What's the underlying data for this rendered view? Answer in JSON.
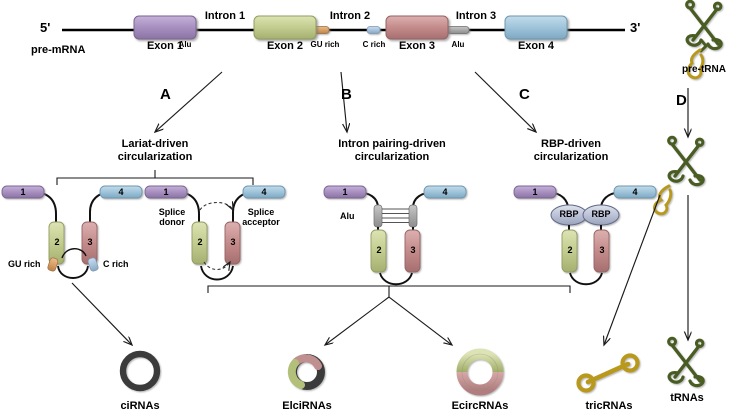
{
  "figure": {
    "premrna": {
      "five_prime": "5'",
      "three_prime": "3'",
      "name": "pre-mRNA",
      "exons": [
        {
          "label": "Exon 1",
          "color": "#a78fc0"
        },
        {
          "label": "Exon 2",
          "color": "#c2cc8e"
        },
        {
          "label": "Exon 3",
          "color": "#c48b8b"
        },
        {
          "label": "Exon 4",
          "color": "#9fc4da"
        }
      ],
      "introns": [
        {
          "label": "Intron 1"
        },
        {
          "label": "Intron 2"
        },
        {
          "label": "Intron 3"
        }
      ],
      "elements": [
        {
          "label": "Alu",
          "color": "#a9a9a9"
        },
        {
          "label": "GU rich",
          "color": "#d9a066"
        },
        {
          "label": "C rich",
          "color": "#a9c4dd"
        },
        {
          "label": "Alu",
          "color": "#a9a9a9"
        }
      ]
    },
    "pretrna": {
      "name": "pre-tRNA"
    },
    "pathways": [
      {
        "letter": "A",
        "title_line1": "Lariat-driven",
        "title_line2": "circularization"
      },
      {
        "letter": "B",
        "title_line1": "Intron pairing-driven",
        "title_line2": "circularization"
      },
      {
        "letter": "C",
        "title_line1": "RBP-driven",
        "title_line2": "circularization"
      },
      {
        "letter": "D",
        "title_line1": "",
        "title_line2": ""
      }
    ],
    "intermediates": {
      "lariat_left": {
        "exon_numbers": [
          "1",
          "2",
          "3",
          "4"
        ],
        "gu_rich": "GU rich",
        "c_rich": "C rich"
      },
      "lariat_right": {
        "exon_numbers": [
          "1",
          "2",
          "3",
          "4"
        ],
        "splice_donor": "Splice\ndonor",
        "splice_donor_l1": "Splice",
        "splice_donor_l2": "donor",
        "splice_acceptor_l1": "Splice",
        "splice_acceptor_l2": "acceptor"
      },
      "intron_pairing": {
        "exon_numbers": [
          "1",
          "2",
          "3",
          "4"
        ],
        "alu": "Alu"
      },
      "rbp": {
        "exon_numbers": [
          "1",
          "2",
          "3",
          "4"
        ],
        "rbp_left": "RBP",
        "rbp_right": "RBP"
      },
      "trna_intermediate": {}
    },
    "products": [
      {
        "name": "ciRNAs"
      },
      {
        "name": "ElciRNAs"
      },
      {
        "name": "EcircRNAs"
      },
      {
        "name": "tricRNAs"
      },
      {
        "name": "tRNAs"
      }
    ],
    "colors": {
      "exon1": "#a78fc0",
      "exon2": "#c2cc8e",
      "exon3": "#c48b8b",
      "exon4": "#9fc4da",
      "alu": "#a9a9a9",
      "gu_rich": "#d9a066",
      "c_rich": "#a9c4dd",
      "trna_green": "#4a5d23",
      "trna_intron_yellow": "#c8a825",
      "backbone": "#000000",
      "ring_dark": "#3a3a3a"
    }
  }
}
